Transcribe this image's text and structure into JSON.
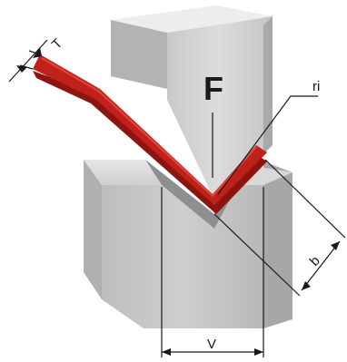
{
  "labels": {
    "force": "F",
    "thickness": "T",
    "inner_radius": "ri",
    "flange_length": "b",
    "die_opening": "V"
  },
  "colors": {
    "sheet": "#c0211b",
    "sheet_dark": "#8e1410",
    "sheet_light": "#d83a2c",
    "steel_light": "#d6d6d6",
    "steel_mid": "#bdbdbd",
    "steel_dark": "#9a9a9a",
    "line": "#1a1a1a"
  }
}
